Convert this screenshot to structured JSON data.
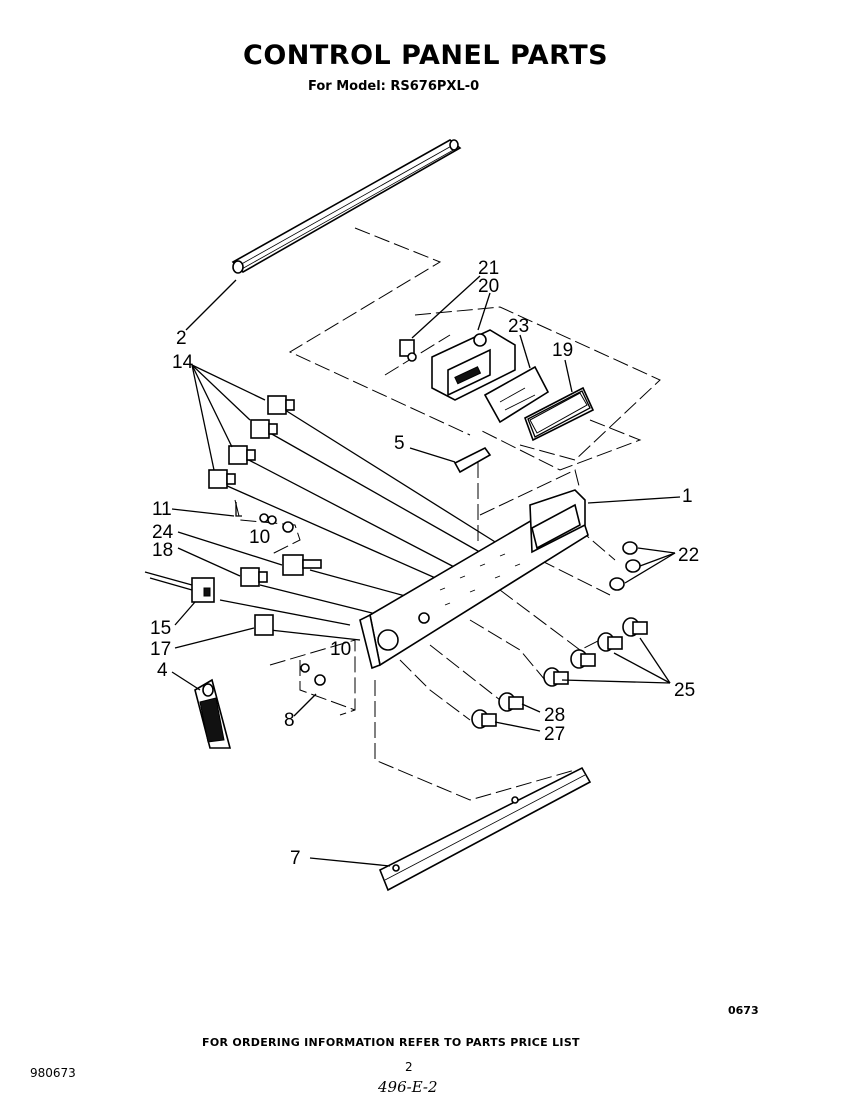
{
  "title": "CONTROL PANEL PARTS",
  "subtitle": "For Model: RS676PXL-0",
  "callouts": {
    "c1": "1",
    "c2": "2",
    "c4": "4",
    "c5": "5",
    "c7": "7",
    "c8": "8",
    "c10a": "10",
    "c10b": "10",
    "c11": "11",
    "c14": "14",
    "c15": "15",
    "c17": "17",
    "c18": "18",
    "c19": "19",
    "c20": "20",
    "c21": "21",
    "c22": "22",
    "c23": "23",
    "c24": "24",
    "c25": "25",
    "c27": "27",
    "c28": "28"
  },
  "footer": {
    "code_right": "0673",
    "ordering_info": "FOR ORDERING INFORMATION REFER TO PARTS PRICE LIST",
    "page_number": "2",
    "code_left": "980673",
    "handwritten": "496-E-2"
  }
}
